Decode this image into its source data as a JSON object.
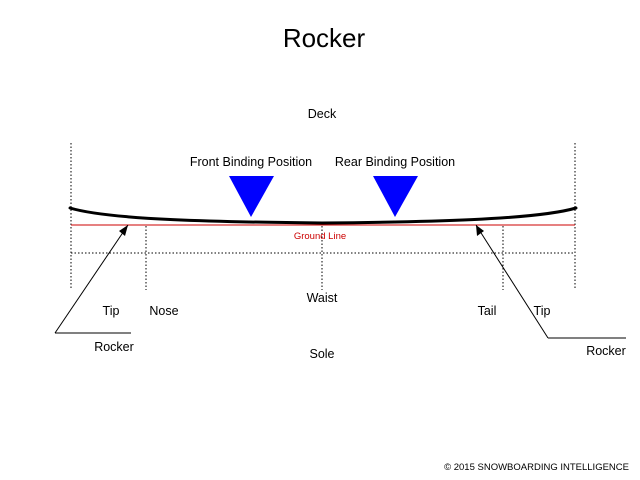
{
  "title": "Rocker",
  "labels": {
    "deck": "Deck",
    "sole": "Sole",
    "waist": "Waist",
    "ground_line": "Ground Line",
    "front_binding": "Front Binding Position",
    "rear_binding": "Rear Binding Position",
    "tip_left": "Tip",
    "nose": "Nose",
    "tail": "Tail",
    "tip_right": "Tip",
    "rocker_left": "Rocker",
    "rocker_right": "Rocker"
  },
  "copyright": "© 2015 SNOWBOARDING INTELLIGENCE",
  "colors": {
    "board": "#000000",
    "binding_marker": "#0000ff",
    "ground_line": "#cc0000"
  }
}
